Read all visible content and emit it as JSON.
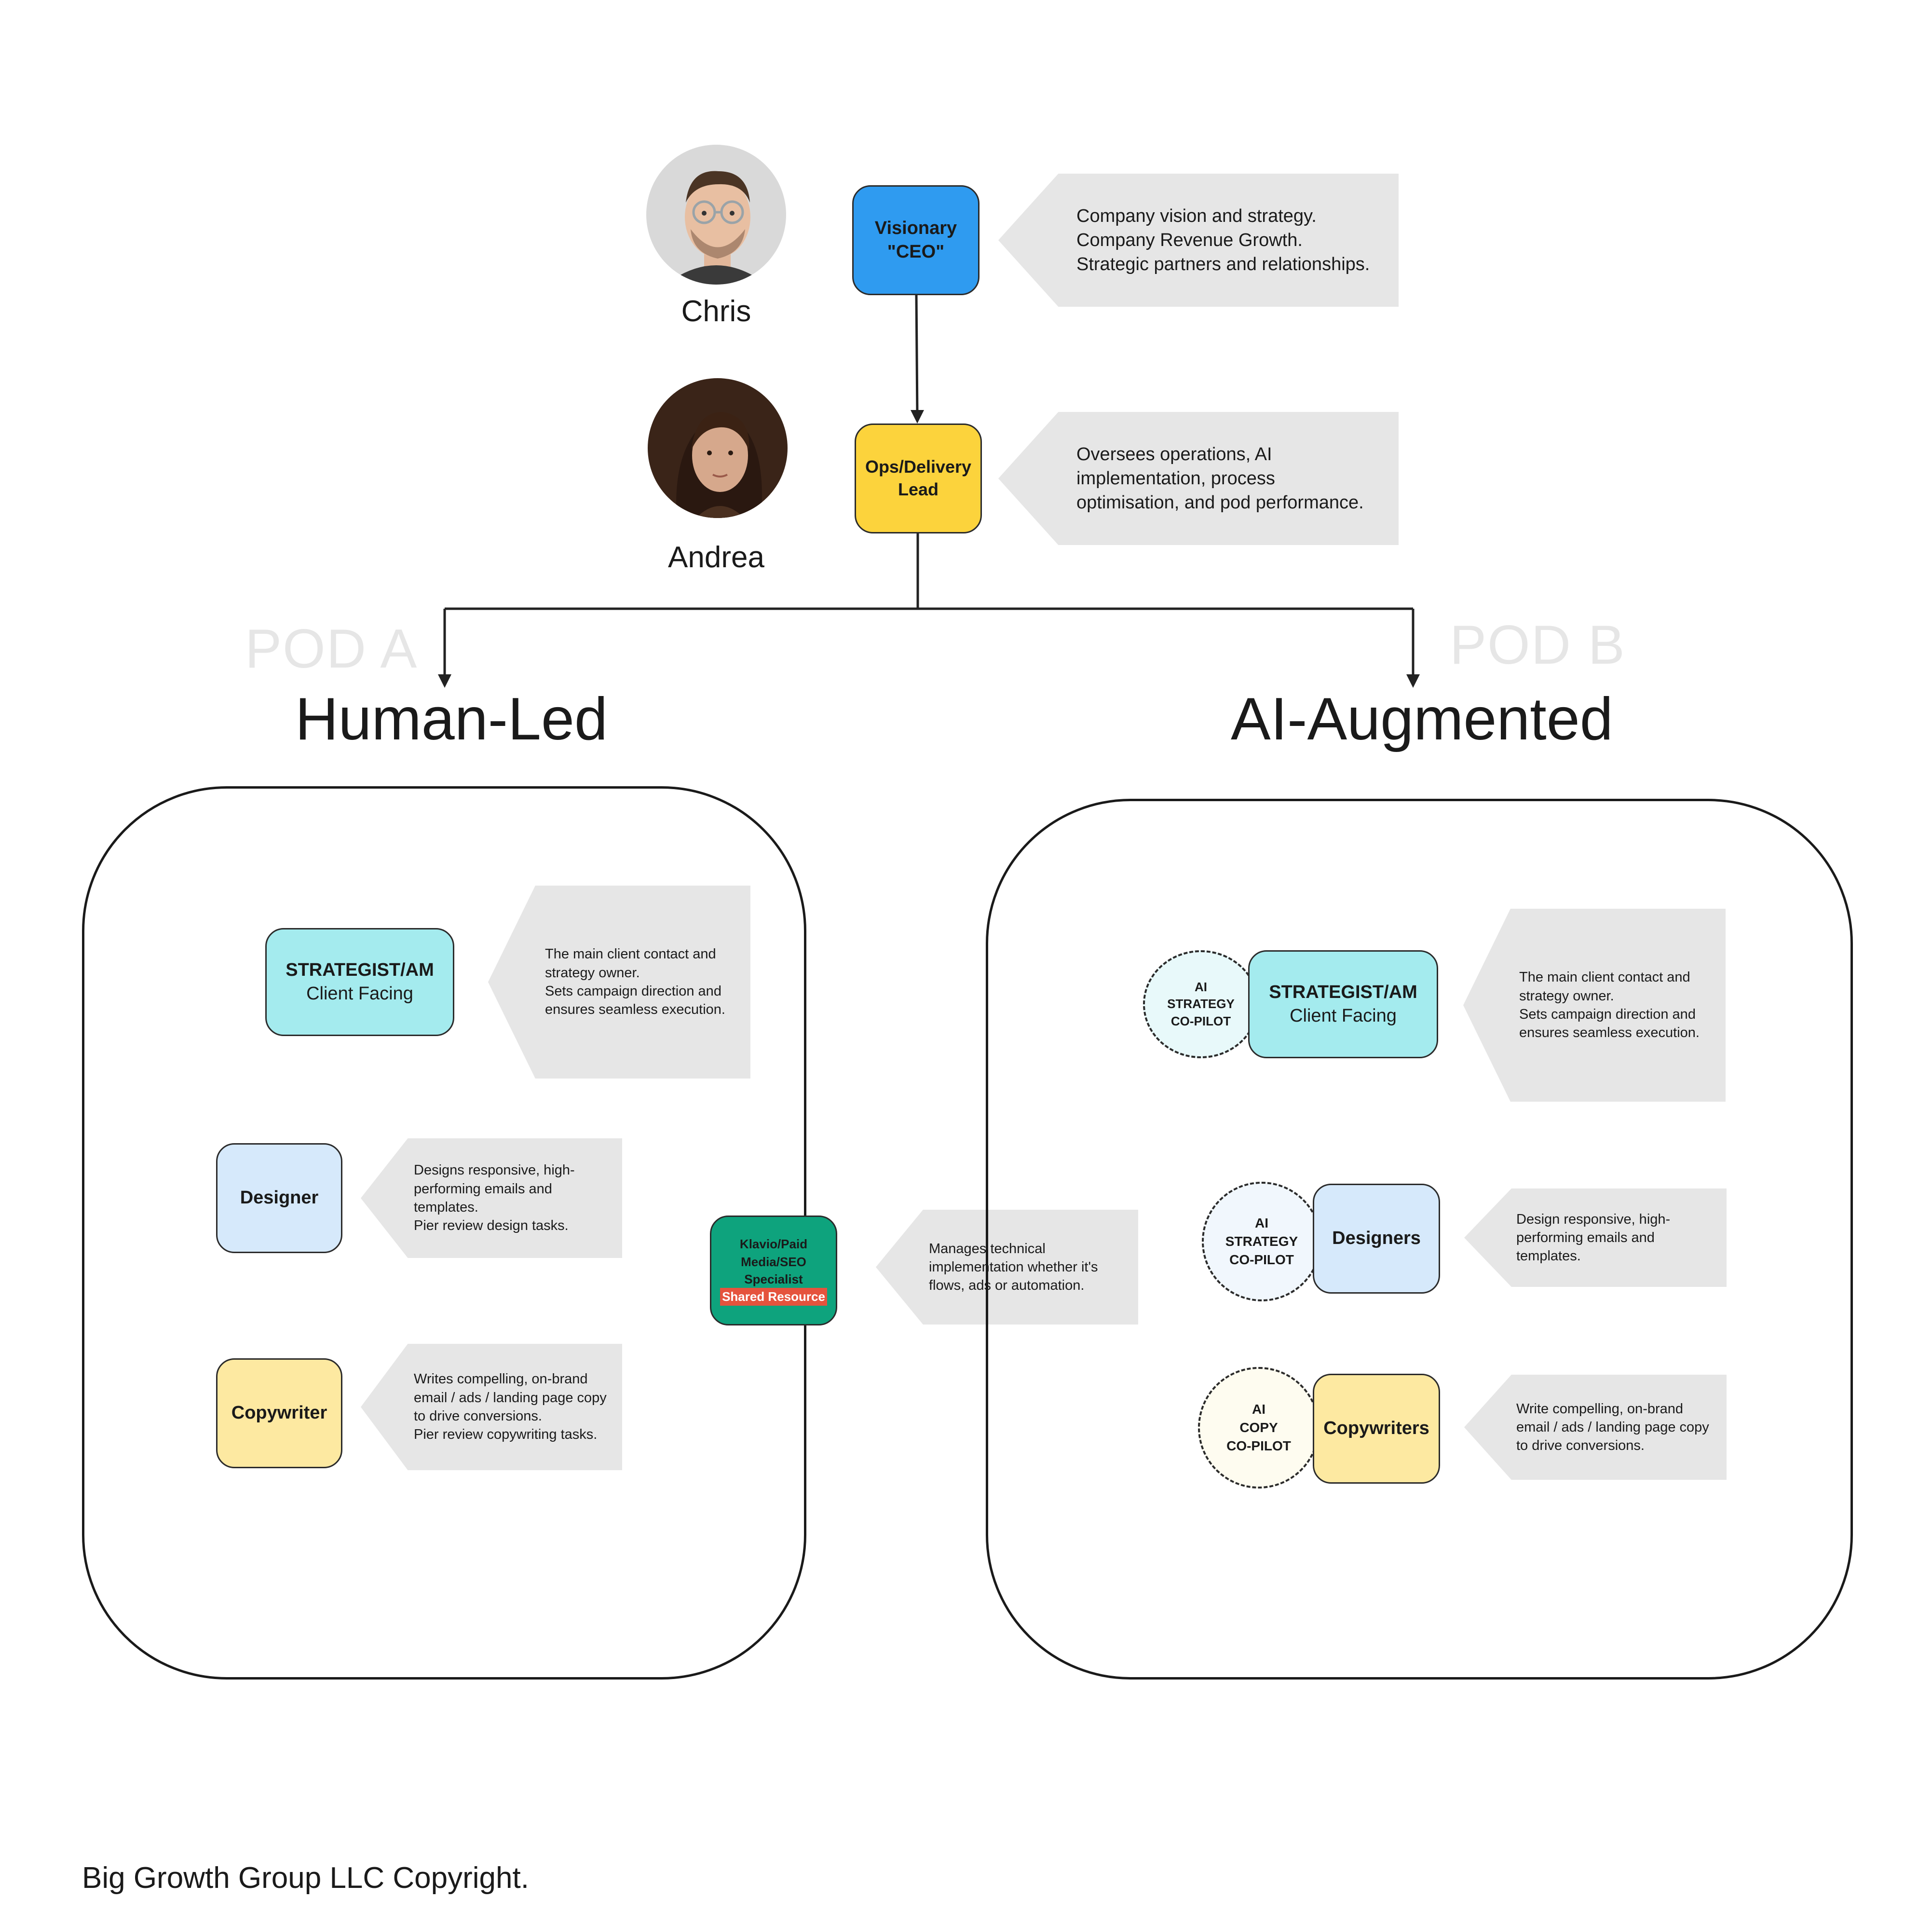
{
  "people": {
    "chris": {
      "name": "Chris"
    },
    "andrea": {
      "name": "Andrea"
    }
  },
  "top": {
    "ceo": {
      "line1": "Visionary",
      "line2": "\"CEO\"",
      "color": "#2f9bf0",
      "desc": "Company vision and strategy.\nCompany Revenue Growth.\nStrategic partners and relationships."
    },
    "ops": {
      "line1": "Ops/Delivery",
      "line2": "Lead",
      "color": "#fcd33c",
      "desc": "Oversees operations, AI\nimplementation, process\noptimisation, and pod performance."
    }
  },
  "pod_a": {
    "label": "POD A",
    "title": "Human-Led",
    "strategist": {
      "line1": "STRATEGIST/AM",
      "line2": "Client Facing",
      "color": "#a4ebee",
      "desc": "The main client contact and\nstrategy owner.\nSets campaign direction and\nensures seamless execution."
    },
    "designer": {
      "label": "Designer",
      "color": "#d6e9fb",
      "desc": "Designs responsive, high-\nperforming emails and\ntemplates.\nPier review design tasks."
    },
    "copywriter": {
      "label": "Copywriter",
      "color": "#fde9a1",
      "desc": "Writes compelling, on-brand\nemail / ads / landing page copy\nto drive conversions.\nPier review copywriting tasks."
    }
  },
  "shared": {
    "line1": "Klavio/Paid",
    "line2": "Media/SEO",
    "line3": "Specialist",
    "tag": "Shared Resource",
    "color": "#0ea37d",
    "desc": "Manages technical\nimplementation whether it's\nflows, ads or automation."
  },
  "pod_b": {
    "label": "POD B",
    "title": "AI-Augmented",
    "strategist": {
      "line1": "STRATEGIST/AM",
      "line2": "Client Facing",
      "color": "#a4ebee",
      "copilot": "AI\nSTRATEGY\nCO-PILOT",
      "desc": "The main client contact and\nstrategy owner.\nSets campaign direction and\nensures seamless execution."
    },
    "designers": {
      "label": "Designers",
      "color": "#d6e9fb",
      "copilot": "AI\nSTRATEGY\nCO-PILOT",
      "desc": "Design responsive, high-\nperforming emails and\ntemplates."
    },
    "copywriters": {
      "label": "Copywriters",
      "color": "#fde9a1",
      "copilot": "AI\nCOPY\nCO-PILOT",
      "desc": "Write compelling, on-brand\nemail / ads / landing page copy\nto drive conversions."
    }
  },
  "footer": {
    "text": "Big Growth Group LLC Copyright."
  }
}
